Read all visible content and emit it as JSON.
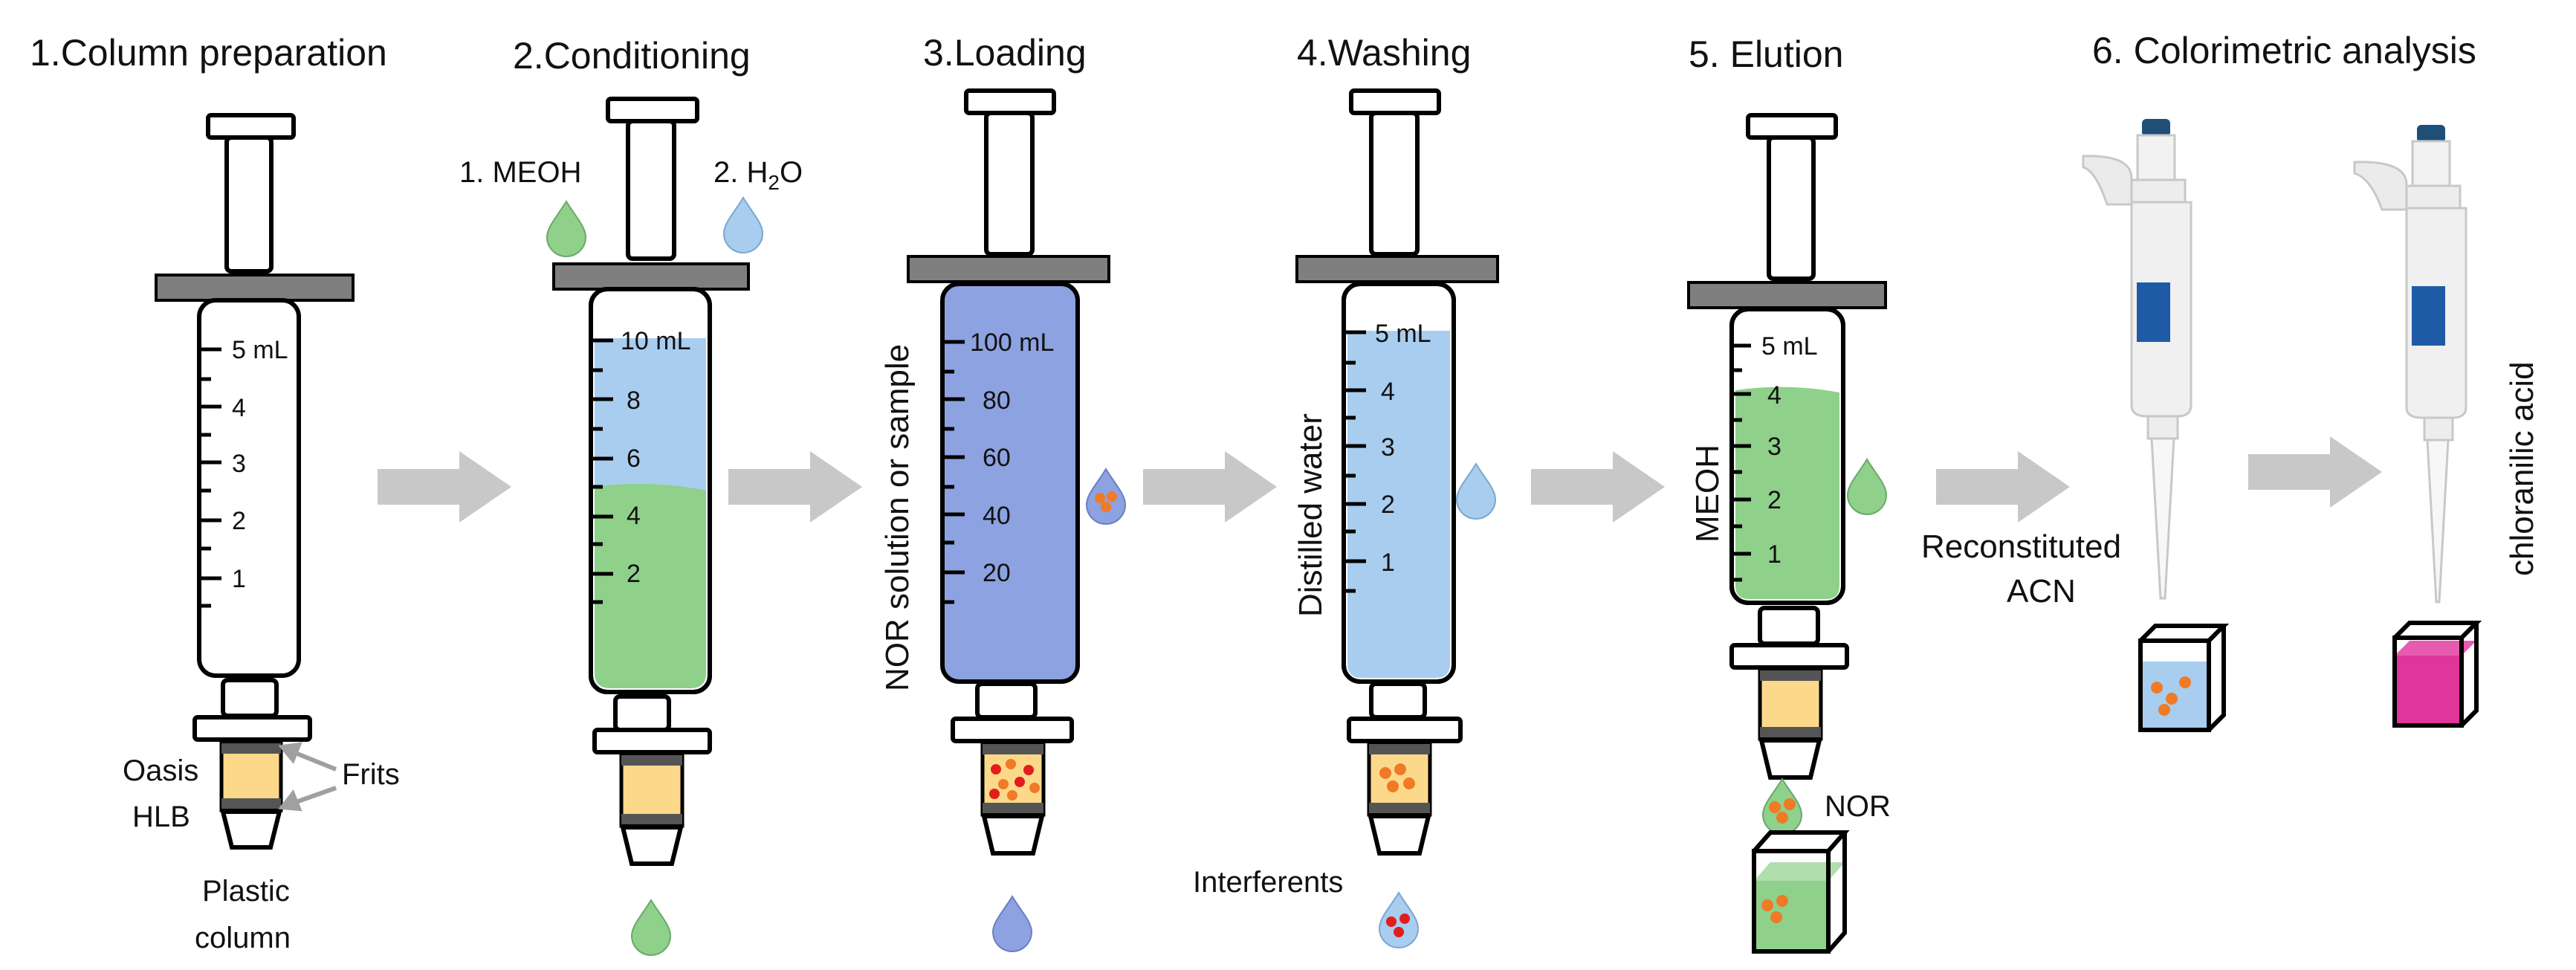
{
  "steps": [
    {
      "title": "1.Column preparation"
    },
    {
      "title": "2.Conditioning"
    },
    {
      "title": "3.Loading"
    },
    {
      "title": "4.Washing"
    },
    {
      "title": "5. Elution"
    },
    {
      "title": "6. Colorimetric analysis"
    }
  ],
  "labels": {
    "oasis": "Oasis",
    "hlb": "HLB",
    "frits": "Frits",
    "plastic": "Plastic",
    "column": "column",
    "meoh_1": "1. MEOH",
    "h2o_prefix": "2. H",
    "h2o_sub": "2",
    "h2o_suffix": "O",
    "nor_solution": "NOR solution or sample",
    "distilled_water": "Distilled water",
    "interferents": "Interferents",
    "meoh_elution": "MEOH",
    "nor": "NOR",
    "reconstituted": "Reconstituted",
    "acn": "ACN",
    "chloranilic": "chloranilic acid"
  },
  "scales": {
    "s1": [
      "5 mL",
      "4",
      "3",
      "2",
      "1"
    ],
    "s2": [
      "10 mL",
      "8",
      "6",
      "4",
      "2"
    ],
    "s3": [
      "100 mL",
      "80",
      "60",
      "40",
      "20"
    ],
    "s4": [
      "5 mL",
      "4",
      "3",
      "2",
      "1"
    ],
    "s5": [
      "5 mL",
      "4",
      "3",
      "2",
      "1"
    ]
  },
  "colors": {
    "green_liquid": "#8fd08a",
    "blue_liquid": "#a9cdee",
    "purple_liquid": "#8da2e0",
    "sorbent": "#fcd98a",
    "frit": "#555555",
    "arrow": "#c8c8c8",
    "flange": "#7f7f7f",
    "pink": "#e0359a",
    "orange_particle": "#f07a25",
    "red_particle": "#e21d1d"
  }
}
